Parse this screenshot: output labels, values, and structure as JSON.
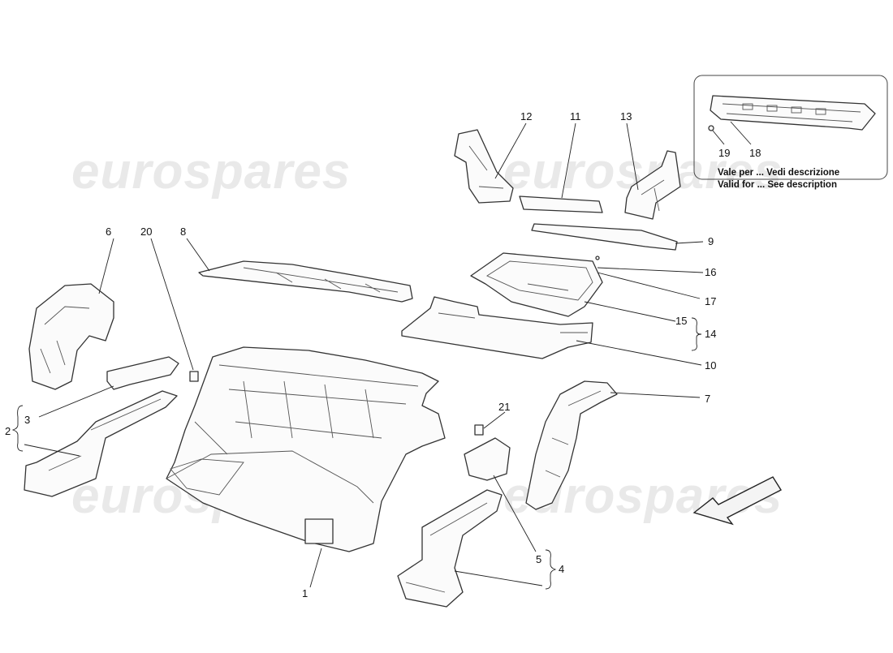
{
  "watermark": "eurospares",
  "inset": {
    "line1": "Vale per ... Vedi descrizione",
    "line2": "Valid for ... See description",
    "numbers": [
      "19",
      "18"
    ]
  },
  "callouts": [
    "1",
    "2",
    "3",
    "4",
    "5",
    "6",
    "7",
    "8",
    "9",
    "10",
    "11",
    "12",
    "13",
    "14",
    "15",
    "16",
    "17",
    "20",
    "21"
  ],
  "icons": {
    "direction": "arrow-icon",
    "watermark": "eurospares-logo"
  }
}
